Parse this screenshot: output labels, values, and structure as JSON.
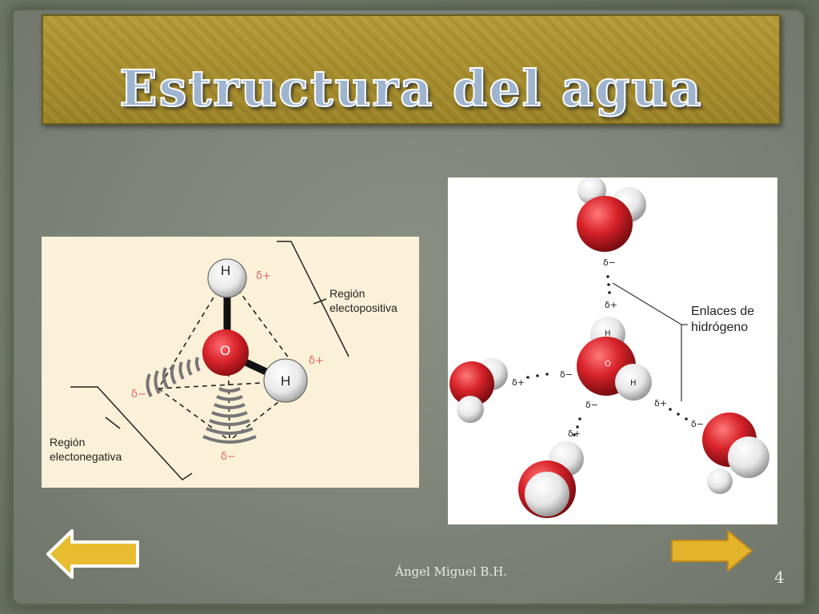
{
  "slide": {
    "title": "Estructura del agua",
    "author": "Ángel Miguel B.H.",
    "page_number": "4"
  },
  "left_diagram": {
    "atom_h_top": "H",
    "atom_o": "O",
    "atom_h_right": "H",
    "delta_plus_top": "δ+",
    "delta_plus_right": "δ+",
    "delta_minus_left": "δ−",
    "delta_minus_bottom": "δ−",
    "region_positive_line1": "Región",
    "region_positive_line2": "electopositiva",
    "region_negative_line1": "Región",
    "region_negative_line2": "electonegativa"
  },
  "right_diagram": {
    "label_line1": "Enlaces de",
    "label_line2": "hidrógeno",
    "center_h": "H",
    "center_o": "O",
    "center_h2": "H",
    "d_minus_top": "δ−",
    "d_plus_top": "δ+",
    "d_plus_left": "δ+",
    "d_minus_left": "δ−",
    "d_minus_bottom": "δ−",
    "d_plus_bottom": "δ+",
    "d_plus_right": "δ+",
    "d_minus_right": "δ−"
  },
  "nav": {
    "prev_icon": "left-arrow-icon",
    "next_icon": "right-arrow-icon",
    "prev_color": "#e8bc30",
    "next_color": "#e3b32a"
  },
  "colors": {
    "banner": "#a88e2c",
    "title_fill": "#9fb5cf",
    "oxygen": "#d8232a",
    "hydrogen": "#f2f2f2",
    "delta_pink": "#e0646e"
  }
}
